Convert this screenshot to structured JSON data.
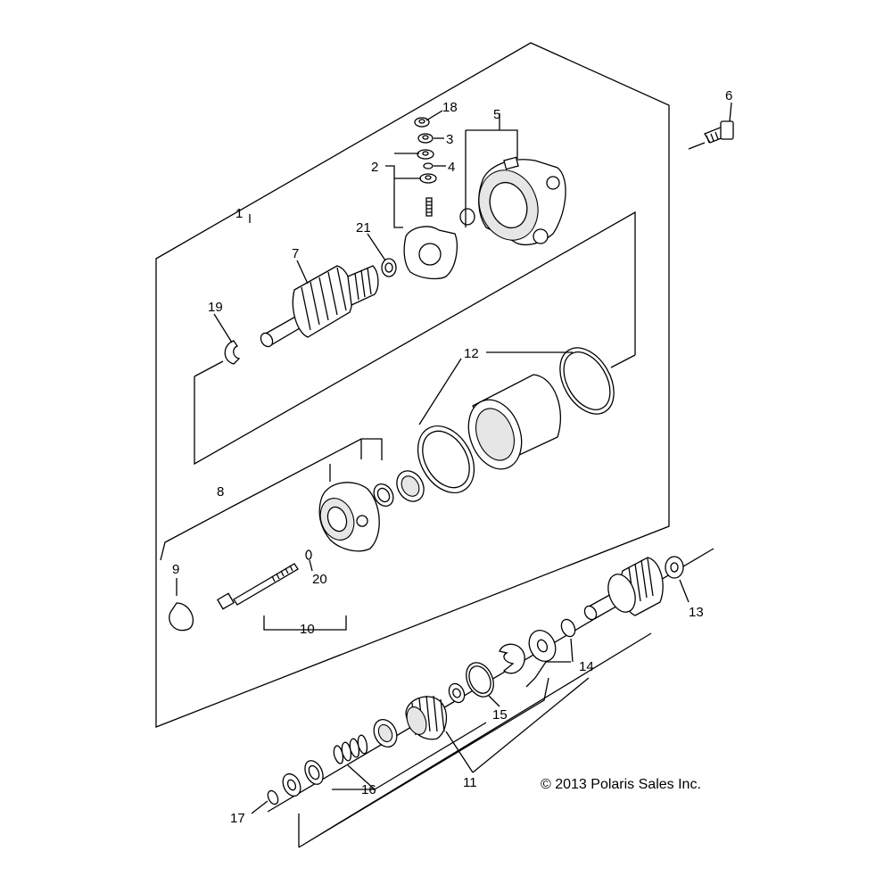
{
  "diagram": {
    "callouts": {
      "c1": "1",
      "c2": "2",
      "c3": "3",
      "c4": "4",
      "c5": "5",
      "c6": "6",
      "c7": "7",
      "c8": "8",
      "c9": "9",
      "c10": "10",
      "c11": "11",
      "c12": "12",
      "c13": "13",
      "c14": "14",
      "c15": "15",
      "c16": "16",
      "c17": "17",
      "c18": "18",
      "c19": "19",
      "c20": "20",
      "c21": "21"
    },
    "copyright": "© 2013 Polaris Sales Inc."
  }
}
